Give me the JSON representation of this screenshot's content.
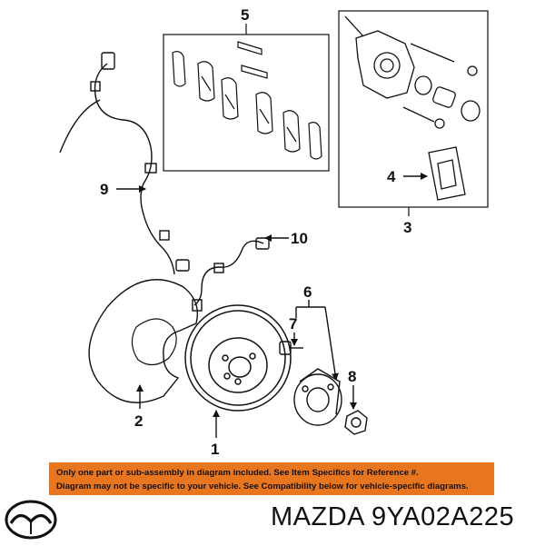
{
  "diagram": {
    "callouts": [
      "1",
      "2",
      "3",
      "4",
      "5",
      "6",
      "7",
      "8",
      "9",
      "10"
    ]
  },
  "notice": {
    "line1": "Only one part or sub-assembly in diagram included. See Item Specifics for Reference #.",
    "line2": "Diagram may not be specific to your vehicle. See Compatibility below for vehicle-specific diagrams."
  },
  "product": {
    "brand": "MAZDA",
    "part_number": "9YA02A225",
    "logo_icon": "mazda-logo-icon"
  },
  "colors": {
    "banner": "#e8761e",
    "ink": "#111111"
  }
}
